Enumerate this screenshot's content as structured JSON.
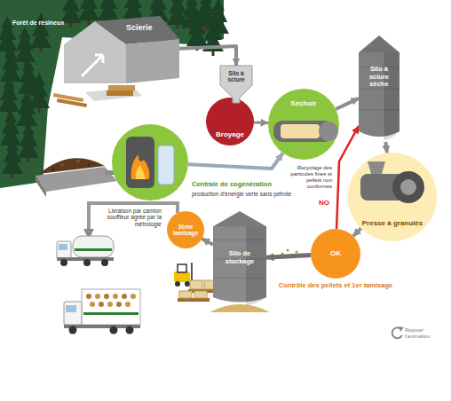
{
  "diagram": {
    "nodes": [
      {
        "text": [
          "Scierie"
        ]
      },
      {
        "text": [
          "Silo à sciure"
        ]
      },
      {
        "text": [
          "Broyage"
        ]
      },
      {
        "text": [
          "Séchoir"
        ]
      },
      {
        "text": [
          "Silo à sciure sèche"
        ]
      },
      {
        "text": [
          "Centrale de cogénération",
          "production d'énergie verte sans pétrole"
        ]
      },
      {
        "text": [
          "Presse à granulés"
        ]
      },
      {
        "text": [
          "Contrôle des pellets et 1er tamisage"
        ]
      },
      {
        "text": [
          "2ème tamisage"
        ]
      },
      {
        "text": [
          "Silo de stockage"
        ]
      }
    ],
    "edges": [
      {
        "from": 0,
        "to": 1,
        "arrow": "to"
      },
      {
        "from": 2,
        "to": 3,
        "arrow": "to"
      },
      {
        "from": 5,
        "to": 3,
        "arrow": "to"
      },
      {
        "from": 3,
        "to": 4,
        "arrow": "to"
      },
      {
        "from": 4,
        "to": 6,
        "arrow": "to"
      },
      {
        "from": 6,
        "to": 7,
        "arrow": "to"
      },
      {
        "from": 7,
        "to": 4,
        "label": "NO",
        "arrow": "to"
      },
      {
        "from": 7,
        "to": 9,
        "arrow": "to"
      },
      {
        "from": 9,
        "to": 8,
        "arrow": "to"
      }
    ],
    "labels": [
      "Forêt de résineux",
      "Recyclage des particules fines et pellets non conformes",
      "OK",
      "Livraison par camion souffleur agréé par la métrologie",
      "Rejouer l'animation"
    ]
  }
}
